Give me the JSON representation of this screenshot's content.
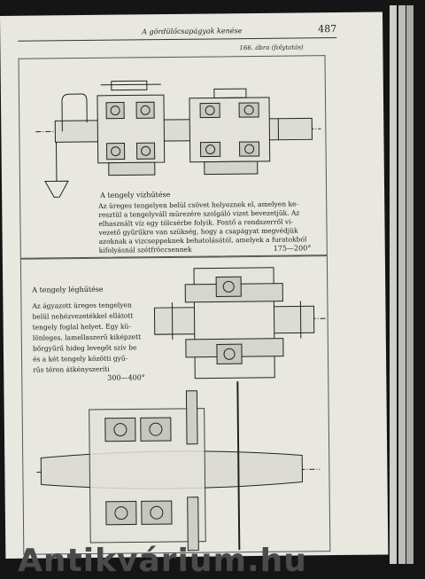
{
  "header": {
    "title": "A gördülőcsapágyak kenése",
    "page_number": "487"
  },
  "figure_label": "166. ábra (folytatás)",
  "section1": {
    "heading": "A tengely vízhűtése",
    "lines": [
      "Az üreges tengelyen belül csövet helyeznek el, amelyen ke-",
      "resztül a tengelyváll mürezére szolgáló vizet bevezetjük. Az",
      "elhasznált víz egy tölcsérbe folyik. Fontő a rendszerről vi-",
      "vezető gyűrűkre van szükség, hogy a csapágyat megvédjük",
      "azoknak a vizcseppeknek behatolásától, amelyek a furatokból",
      "kifolyásnál szétfröccsennek"
    ],
    "range": "175—200°"
  },
  "section2": {
    "heading": "A tengely léghűtése",
    "lines": [
      "Az ágyazott üreges tengelyen",
      "belül nehézvezetékkel ellátott",
      "tengely foglal helyet. Egy kü-",
      "lönleges, lamellaszerű kiképzett",
      "bőrgyűrű hideg levegőt szív be",
      "és a két tengely közötti gyű-",
      "rűs téren átkényszeríti"
    ],
    "range": "300—400°"
  },
  "watermark": "Antikvárium.hu"
}
